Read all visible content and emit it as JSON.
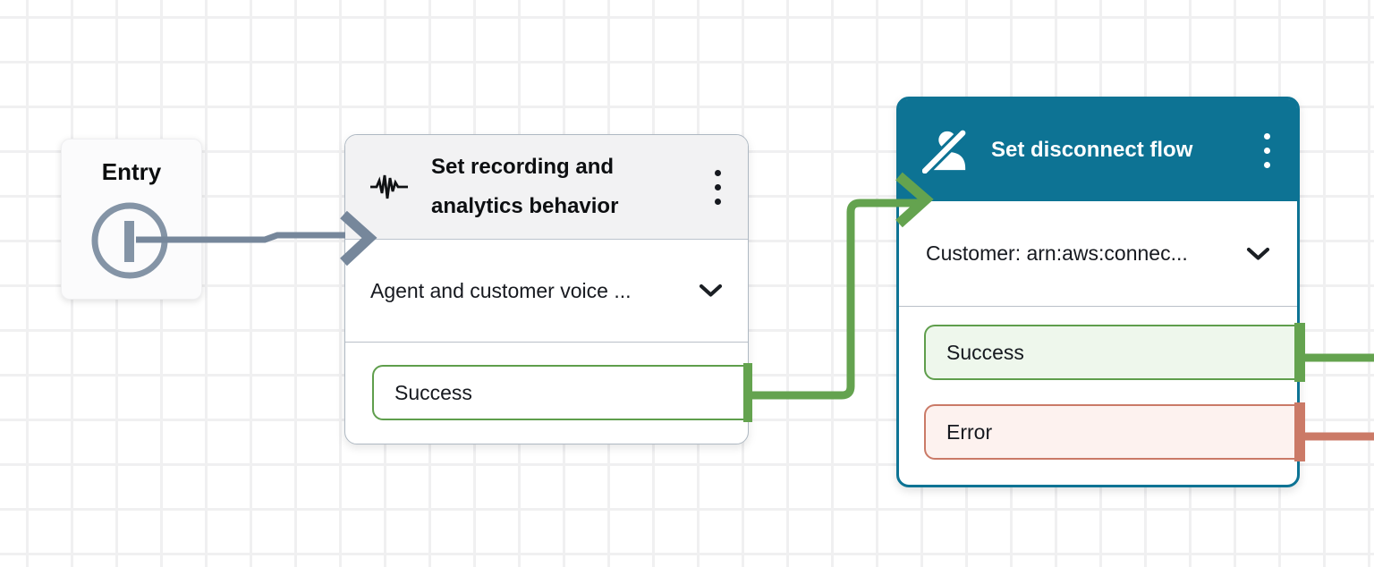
{
  "flow": {
    "entry": {
      "title": "Entry",
      "icon": "entry-point-icon"
    },
    "recording": {
      "title": "Set recording and analytics behavior",
      "icon": "waveform-icon",
      "menu_icon": "kebab-menu-icon",
      "selected_option": "Agent and customer voice ...",
      "outputs": [
        {
          "label": "Success",
          "color": "#64a34f"
        }
      ]
    },
    "disconnect": {
      "title": "Set disconnect flow",
      "icon": "person-slash-icon",
      "menu_icon": "kebab-menu-icon",
      "selected_option": "Customer: arn:aws:connec...",
      "selected": true,
      "outputs": [
        {
          "label": "Success",
          "color": "#64a34f"
        },
        {
          "label": "Error",
          "color": "#cb7a67"
        }
      ]
    },
    "connections": [
      {
        "from": "entry",
        "to": "recording",
        "color": "#76879b"
      },
      {
        "from": "recording.Success",
        "to": "disconnect",
        "color": "#64a34f"
      },
      {
        "from": "disconnect.Success",
        "to": "offscreen-right",
        "color": "#64a34f"
      },
      {
        "from": "disconnect.Error",
        "to": "offscreen-right",
        "color": "#cb7a67"
      }
    ]
  },
  "colors": {
    "grid_line": "#f0f0f1",
    "canvas": "#ffffff",
    "teal_header": "#0d7394",
    "gray_header": "#f2f2f3",
    "success_green": "#64a34f",
    "error_salmon": "#cb7a67",
    "connector_gray": "#76879b",
    "success_fill": "#eef7ec",
    "error_fill": "#fdf2ef",
    "text": "#16191f"
  }
}
